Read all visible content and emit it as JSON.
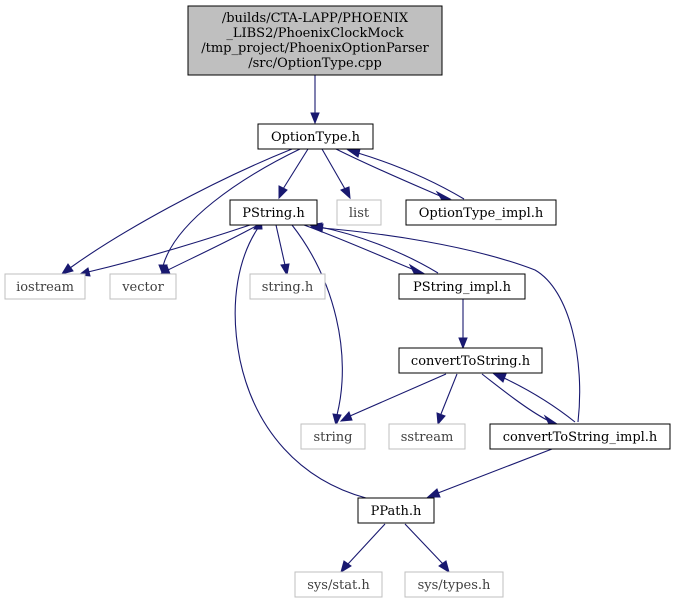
{
  "colors": {
    "edge": "#191970",
    "root_fill": "#bfbfbf",
    "node_border": "#000000",
    "external_border": "#bfbfbf",
    "text": "#000000",
    "external_text": "#3f3f3f"
  },
  "nodes": {
    "root": {
      "lines": [
        "/builds/CTA-LAPP/PHOENIX",
        "_LIBS2/PhoenixClockMock",
        "/tmp_project/PhoenixOptionParser",
        "/src/OptionType.cpp"
      ]
    },
    "optiontype_h": "OptionType.h",
    "pstring_h": "PString.h",
    "list": "list",
    "optiontype_impl_h": "OptionType_impl.h",
    "iostream": "iostream",
    "vector": "vector",
    "string_h": "string.h",
    "pstring_impl_h": "PString_impl.h",
    "converttostring_h": "convertToString.h",
    "string": "string",
    "sstream": "sstream",
    "converttostring_impl_h": "convertToString_impl.h",
    "ppath_h": "PPath.h",
    "sys_stat_h": "sys/stat.h",
    "sys_types_h": "sys/types.h"
  }
}
